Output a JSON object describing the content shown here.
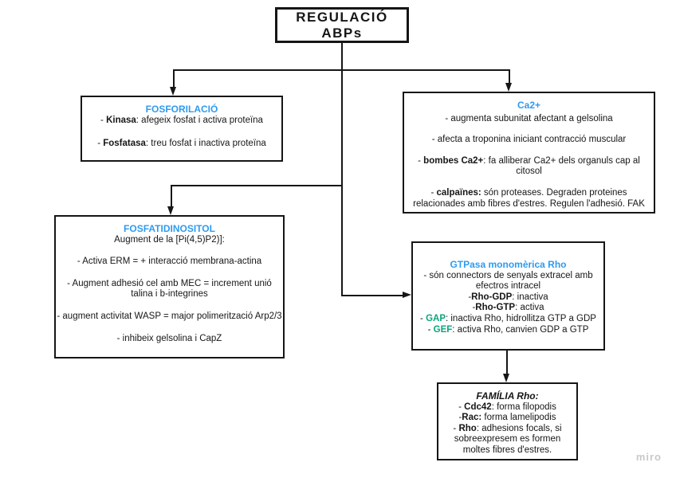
{
  "diagram": {
    "watermark": "miro",
    "colors": {
      "heading_blue": "#2e9bf0",
      "accent_green": "#0ba57d",
      "ink_black": "#161616",
      "watermark_gray": "#c9c9c9"
    },
    "root": {
      "title": "REGULACIÓ ABPs"
    },
    "boxes": {
      "fosforilacio": {
        "title": "FOSFORILACIÓ",
        "lines": [
          {
            "pre": "- ",
            "strong": "Kinasa",
            "rest": ": afegeix fosfat i activa proteïna"
          },
          {
            "pre": "- ",
            "strong": "Fosfatasa",
            "rest": ": treu fosfat i inactiva proteïna"
          }
        ]
      },
      "ca2": {
        "title": "Ca2+",
        "lines": [
          {
            "pre": "- augmenta subunitat afectant a gelsolina",
            "strong": "",
            "rest": ""
          },
          {
            "pre": "- afecta a troponina iniciant contracció muscular",
            "strong": "",
            "rest": ""
          },
          {
            "pre": "- ",
            "strong": "bombes Ca2+",
            "rest": ": fa alliberar Ca2+ dels organuls cap al citosol"
          },
          {
            "pre": "- ",
            "strong": "calpaïnes:",
            "rest": " són proteases. Degraden proteines relacionades amb fibres d'estres. Regulen l'adhesió. FAK"
          }
        ]
      },
      "fosfatidinositol": {
        "title": "FOSFATIDINOSITOL",
        "subtitle": "Augment de la [Pi(4,5)P2)]:",
        "lines": [
          "- Activa ERM = + interacció membrana-actina",
          "- Augment adhesió cel amb MEC = increment unió talina i b-integrines",
          "- augment activitat WASP = major polimerització Arp2/3",
          "- inhibeix gelsolina i CapZ"
        ]
      },
      "gtpasa": {
        "title": "GTPasa monomèrica Rho",
        "lines": [
          {
            "pre": "- són connectors de senyals extracel amb efectros intracel",
            "strong": "",
            "rest": ""
          },
          {
            "pre": "-",
            "strong": "Rho-GDP",
            "rest": ": inactiva"
          },
          {
            "pre": "-",
            "strong": "Rho-GTP",
            "rest": ": activa"
          },
          {
            "pre": "- ",
            "strong": "GAP",
            "rest": ": inactiva Rho, hidrollitza GTP a GDP"
          },
          {
            "pre": "- ",
            "strong": "GEF",
            "rest": ": activa Rho, canvien GDP a GTP"
          }
        ]
      },
      "familia": {
        "title": "FAMÍLIA Rho:",
        "lines": [
          {
            "pre": "- ",
            "strong": "Cdc42",
            "rest": ": forma filopodis"
          },
          {
            "pre": "-",
            "strong": "Rac:",
            "rest": " forma lamelipodis"
          },
          {
            "pre": "- ",
            "strong": "Rho",
            "rest": ": adhesions focals, si sobreexpresem es formen moltes fibres d'estres."
          }
        ]
      }
    }
  }
}
